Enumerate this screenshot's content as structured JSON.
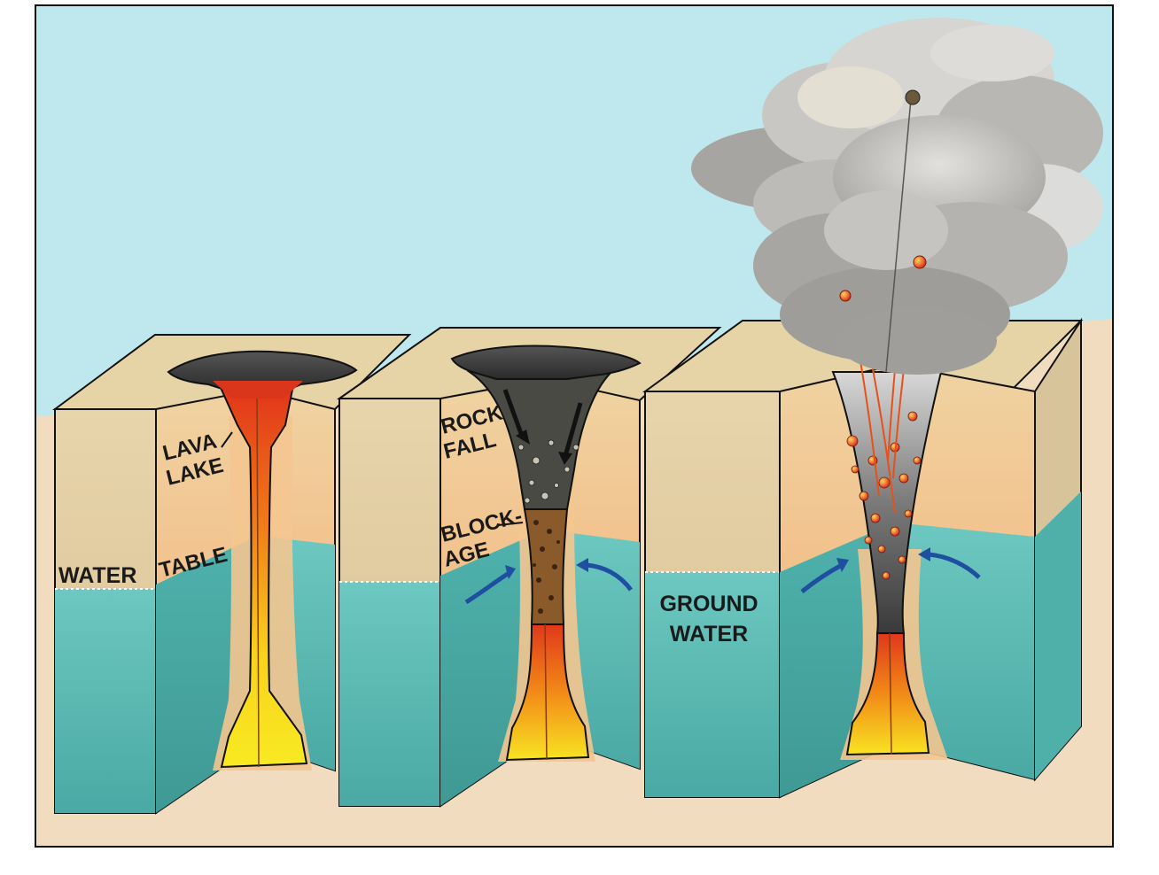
{
  "labels": {
    "lava_1": "LAVA",
    "lava_2": "LAKE",
    "water_table_1": "WATER",
    "water_table_2": "TABLE",
    "rock_1": "ROCK",
    "rock_2": "FALL",
    "block_1": "BLOCK-",
    "block_2": "AGE",
    "ground_1": "GROUND",
    "ground_2": "WATER"
  },
  "colors": {
    "sky": "#bfe8ee",
    "ground": "#f1dcc0",
    "rock_face": "#e3cfa6",
    "water": "#5ec0b8",
    "lava_red": "#e2361a",
    "lava_orange": "#f08a1a",
    "lava_yellow": "#f8e820",
    "arrow_blue": "#1f4fa0",
    "smoke": "#b3b1ad"
  }
}
